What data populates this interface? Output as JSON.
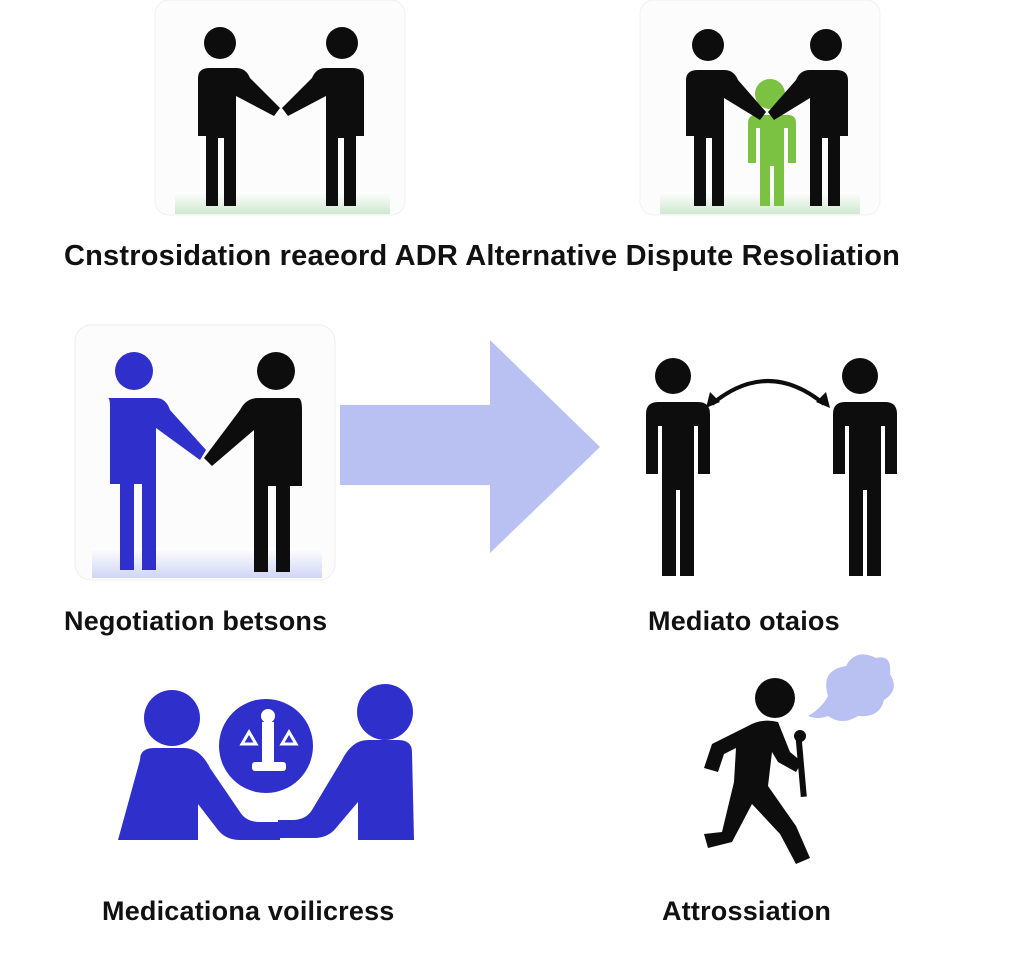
{
  "title": "Cnstrosidation reaeord ADR Alternative Dispute Resoliation",
  "labels": {
    "negotiation": "Negotiation betsons",
    "mediation": "Mediato otaios",
    "medication": "Medicationa voilicress",
    "arbitration": "Attrossiation"
  },
  "colors": {
    "black": "#0d0d0d",
    "blue": "#2f2fcc",
    "green": "#7cc242",
    "lavender": "#b9c1f2",
    "base_green": "#cfe8cf",
    "base_blue": "#cfd6f5"
  }
}
